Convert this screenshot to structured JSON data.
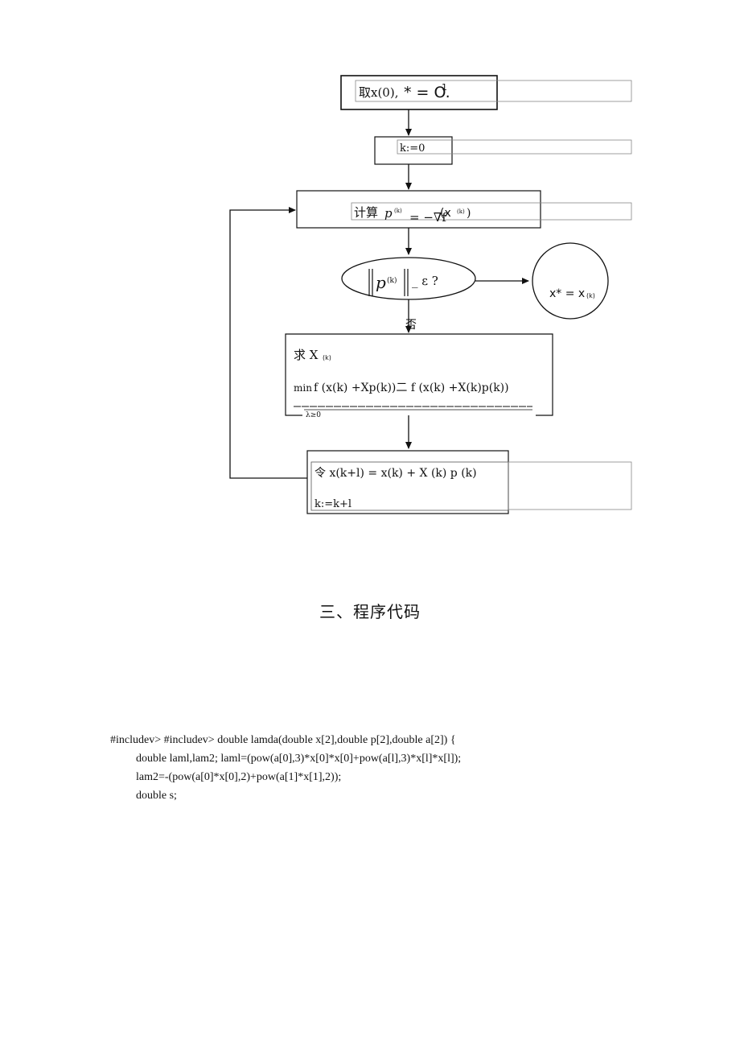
{
  "flowchart": {
    "init_label": "取x(0),",
    "init_eps": "* = O.",
    "init_sup": "1",
    "k_init": "k:=0",
    "compute_label": "计算",
    "compute_p": "p",
    "compute_p_sup": "(k)",
    "compute_eq": "= −∇f",
    "compute_arg": "(x",
    "compute_arg_sup": "(k)",
    "compute_close": ")",
    "cond_p": "p",
    "cond_p_sup": "(k)",
    "cond_rest": "_ ε ?",
    "yes_result": "x* =  x",
    "yes_result_sub": "(k)",
    "no_label": "否",
    "search_title": "求  X",
    "search_title_sub": "(k)",
    "search_min": "min",
    "search_expr": "f (x(k) +Xp(k))二 f (x(k) +X(k)p(k))",
    "search_constraint": "λ≥0",
    "update_label": "令  x(k+l) =  x(k) +  X (k) p (k)",
    "update_k": "k:=k+l"
  },
  "section_heading": "三、程序代码",
  "code_lines": [
    "#includev> #includev> double lamda(double x[2],double p[2],double a[2]) {",
    "double laml,lam2; laml=(pow(a[0],3)*x[0]*x[0]+pow(a[l],3)*x[l]*x[l]);",
    "lam2=-(pow(a[0]*x[0],2)+pow(a[1]*x[1],2));",
    "double s;"
  ]
}
